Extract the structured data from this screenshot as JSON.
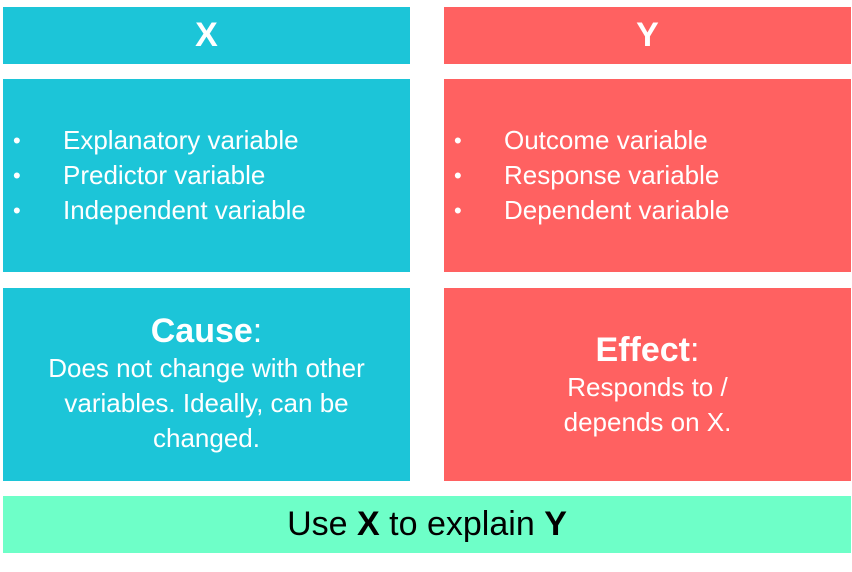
{
  "x_column": {
    "header": "X",
    "terms": [
      "Explanatory variable",
      "Predictor variable",
      "Independent variable"
    ],
    "role_title": "Cause",
    "role_colon": ":",
    "role_text_lines": [
      "Does not change with other",
      "variables. Ideally, can be",
      "changed."
    ]
  },
  "y_column": {
    "header": "Y",
    "terms": [
      "Outcome variable",
      "Response variable",
      "Dependent variable"
    ],
    "role_title": "Effect",
    "role_colon": ":",
    "role_text_lines": [
      "Responds to /",
      "depends on X."
    ]
  },
  "bullet_glyph": "•",
  "footer": {
    "prefix": "Use ",
    "x": "X",
    "middle": " to explain ",
    "y": "Y"
  },
  "colors": {
    "x_fill": "#1cc5d8",
    "y_fill": "#ff6161",
    "footer_fill": "#6effc8",
    "box_text": "#ffffff",
    "footer_text": "#000000"
  }
}
